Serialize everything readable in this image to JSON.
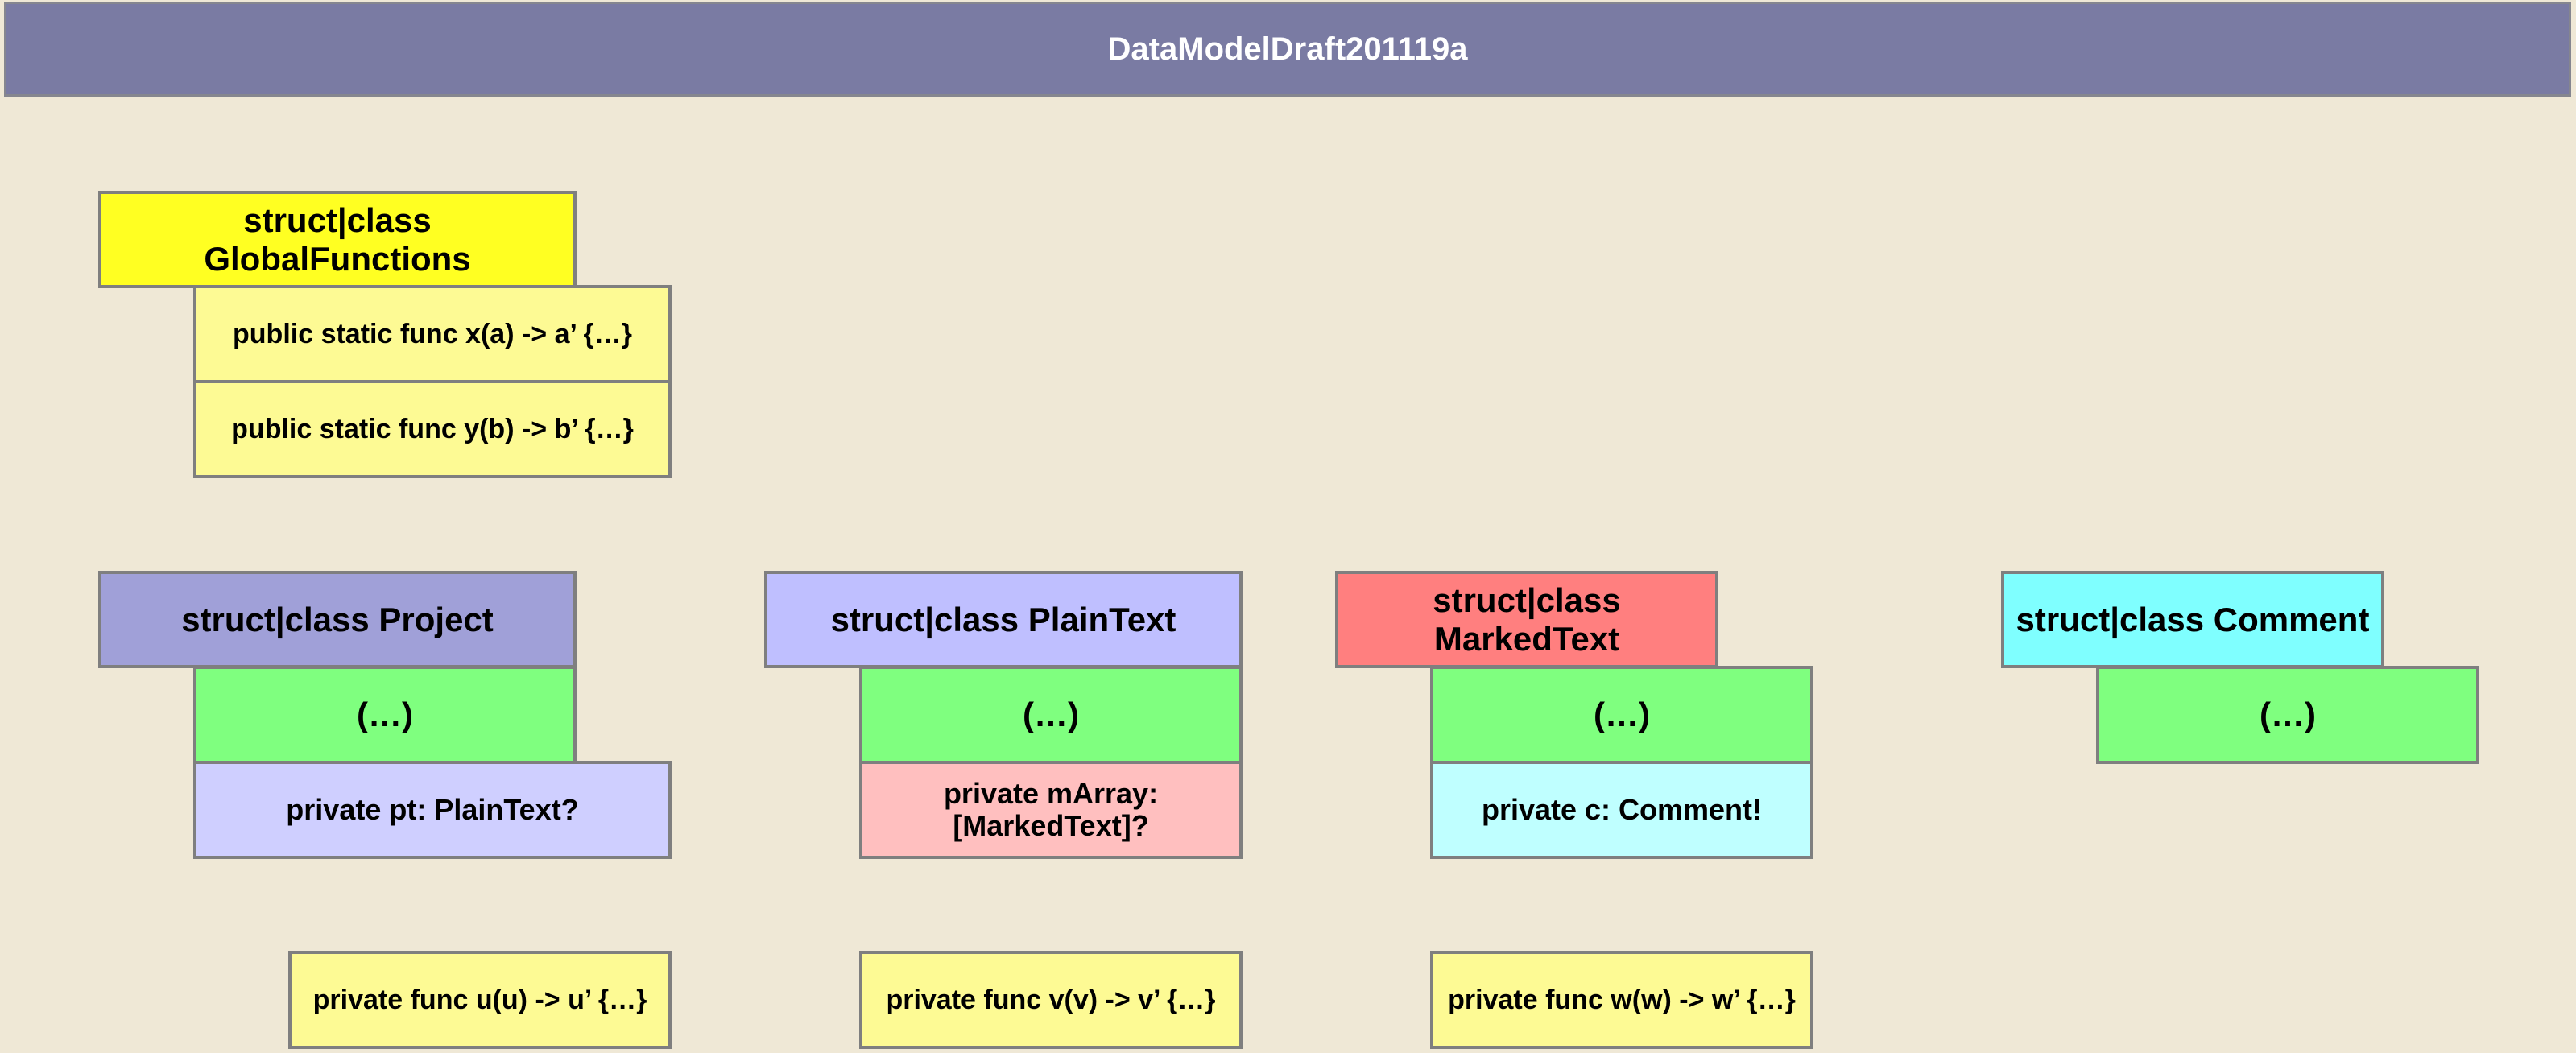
{
  "title": "DataModelDraft201119a",
  "colors": {
    "background": "#efe8d6",
    "title_bar": "#7a7ba3",
    "global_header": "#ffff22",
    "function_box": "#fdfa94",
    "project_header": "#a0a0d8",
    "plaintext_header": "#bfbfff",
    "markedtext_header": "#ff7f7f",
    "comment_header": "#7fffff",
    "fields_box": "#7fff7f",
    "project_member": "#cfcfff",
    "plaintext_member": "#ffbfbf",
    "markedtext_member": "#bfffff"
  },
  "global_functions": {
    "header": "struct|class GlobalFunctions",
    "methods": [
      "public static func x(a) -> a’ {…}",
      "public static func y(b) -> b’ {…}"
    ]
  },
  "project": {
    "header": "struct|class Project",
    "fields": "(…)",
    "member": "private pt: PlainText?",
    "method": "private func u(u) -> u’ {…}"
  },
  "plain_text": {
    "header": "struct|class PlainText",
    "fields": "(…)",
    "member": "private mArray: [MarkedText]?",
    "method": "private func v(v) -> v’ {…}"
  },
  "marked_text": {
    "header": "struct|class MarkedText",
    "fields": "(…)",
    "member": "private c: Comment!",
    "method": "private func w(w) -> w’ {…}"
  },
  "comment": {
    "header": "struct|class Comment",
    "fields": "(…)"
  }
}
